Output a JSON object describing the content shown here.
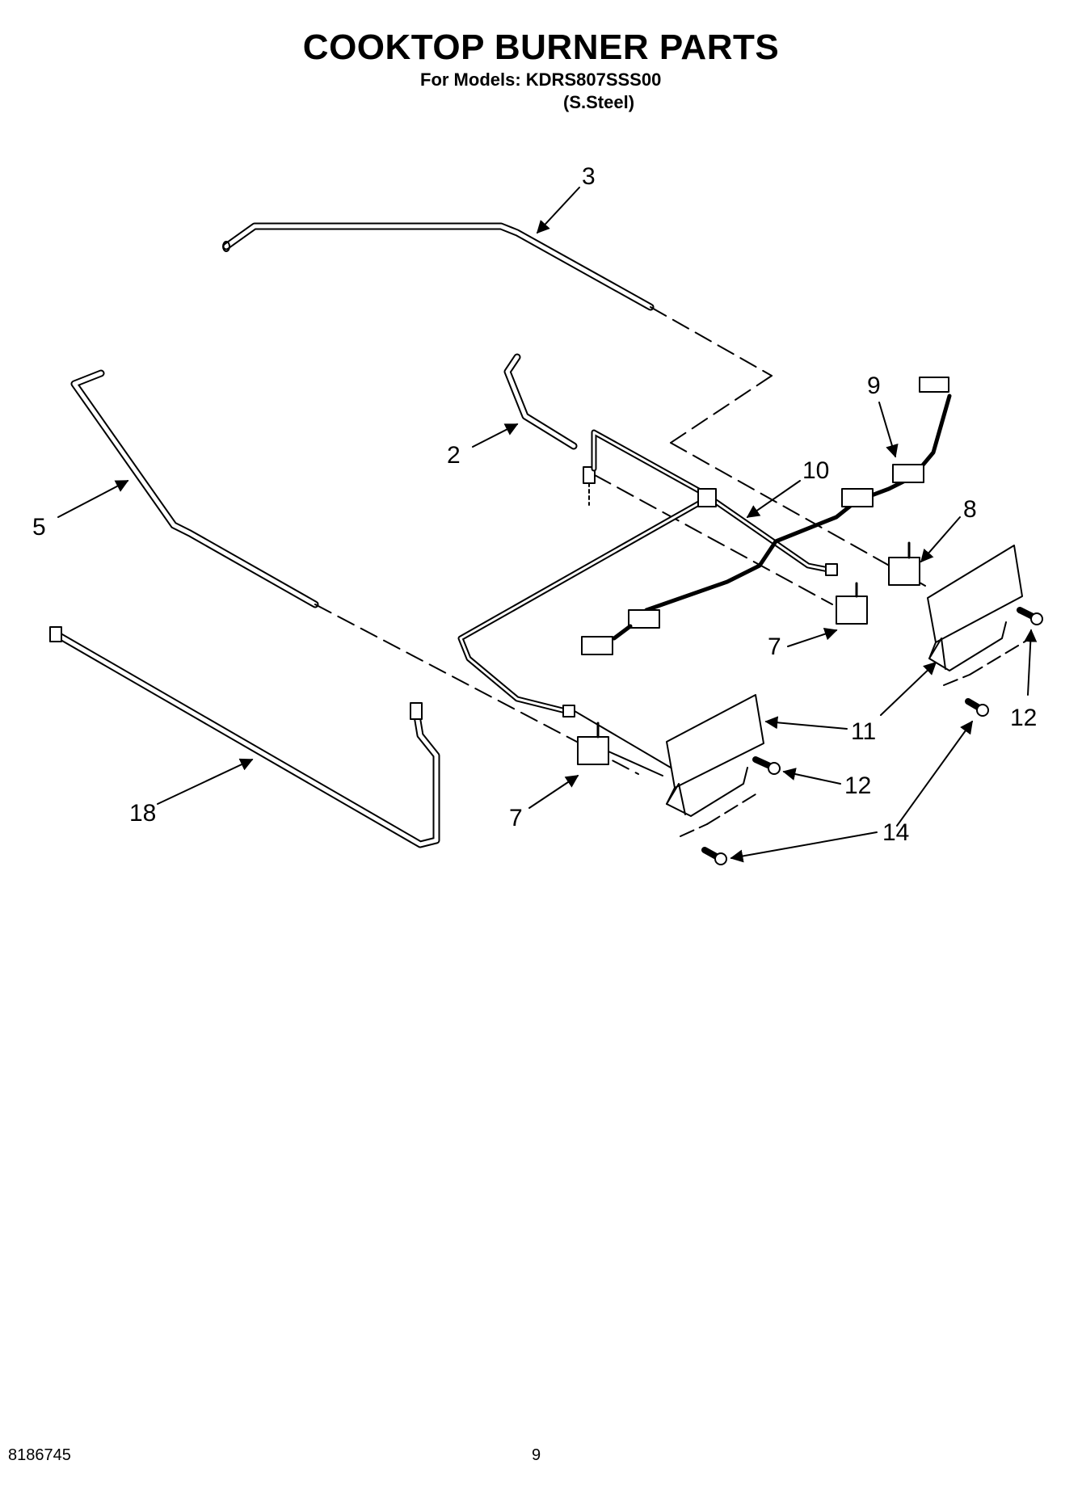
{
  "header": {
    "title": "COOKTOP BURNER PARTS",
    "models_line": "For Models: KDRS807SSS00",
    "finish_line": "(S.Steel)"
  },
  "diagram": {
    "callouts": [
      "3",
      "9",
      "10",
      "2",
      "5",
      "8",
      "7",
      "11",
      "12",
      "7",
      "18",
      "12",
      "14"
    ]
  },
  "footer": {
    "part_number": "8186745",
    "page_number": "9"
  }
}
